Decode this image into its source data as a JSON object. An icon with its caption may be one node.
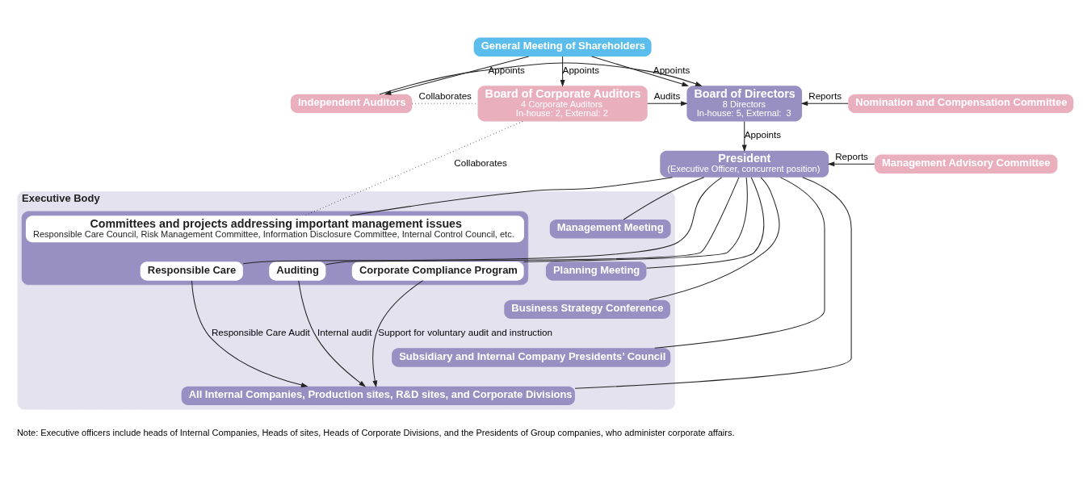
{
  "diagram": {
    "nodes": [
      {
        "text": [
          "General Meeting of Shareholders"
        ]
      },
      {
        "text": [
          "Independent Auditors"
        ]
      },
      {
        "text": [
          "Board of Corporate Auditors",
          "4 Corporate Auditors",
          "In-house: 2, External: 2"
        ]
      },
      {
        "text": [
          "Board of Directors",
          "8 Directors",
          "In-house: 5, External:  3"
        ]
      },
      {
        "text": [
          "Nomination and Compensation Committee"
        ]
      },
      {
        "text": [
          "President",
          "(Executive Officer, concurrent position)"
        ]
      },
      {
        "text": [
          "Management Advisory Committee"
        ]
      },
      {
        "text": [
          "Executive Body"
        ]
      },
      {
        "text": [],
        "shape": "box",
        "in": 7
      },
      {
        "text": [
          "Committees and projects addressing important management issues",
          "Responsible Care Council, Risk Management Committee, Information Disclosure Committee, Internal Control Council, etc."
        ],
        "in": 8
      },
      {
        "text": [
          "Corporate Compliance Program"
        ],
        "in": 8
      },
      {
        "text": [
          "Auditing"
        ],
        "in": 8
      },
      {
        "text": [
          "Responsible Care"
        ],
        "in": 8
      },
      {
        "text": [
          "Management Meeting"
        ],
        "in": 7
      },
      {
        "text": [
          "Planning Meeting"
        ],
        "in": 7
      },
      {
        "text": [
          "Business Strategy Conference"
        ],
        "in": 7
      },
      {
        "text": [
          "Subsidiary and Internal Company Presidents’ Council"
        ],
        "in": 7
      },
      {
        "text": [
          "All Internal Companies, Production sites, R&D sites, and Corporate Divisions"
        ],
        "in": 7
      }
    ],
    "edges": [
      {
        "from": 0,
        "to": 1,
        "arrow": "to",
        "label": "Appoints"
      },
      {
        "from": 0,
        "to": 2,
        "arrow": "to",
        "label": "Appoints"
      },
      {
        "from": 0,
        "to": 3,
        "arrow": "to",
        "label": "Appoints"
      },
      {
        "from": 1,
        "to": 2,
        "arrow": "none",
        "label": "Collaborates",
        "style": "dashed"
      },
      {
        "from": 2,
        "to": 3,
        "arrow": "to",
        "label": "Audits"
      },
      {
        "from": 1,
        "to": 3,
        "arrow": "to"
      },
      {
        "from": 4,
        "to": 3,
        "arrow": "to",
        "label": "Reports"
      },
      {
        "from": 3,
        "to": 5,
        "arrow": "to",
        "label": "Appoints"
      },
      {
        "from": 6,
        "to": 5,
        "arrow": "to",
        "label": "Reports"
      },
      {
        "from": 2,
        "to": 9,
        "arrow": "none",
        "label": "Collaborates",
        "style": "dashed"
      },
      {
        "from": 5,
        "to": 9,
        "arrow": "none"
      },
      {
        "from": 5,
        "to": 13,
        "arrow": "none"
      },
      {
        "from": 5,
        "to": 14,
        "arrow": "none"
      },
      {
        "from": 5,
        "to": 15,
        "arrow": "none"
      },
      {
        "from": 5,
        "to": 16,
        "arrow": "none"
      },
      {
        "from": 5,
        "to": 10,
        "arrow": "none"
      },
      {
        "from": 5,
        "to": 11,
        "arrow": "none"
      },
      {
        "from": 5,
        "to": 12,
        "arrow": "none"
      },
      {
        "from": 5,
        "to": 17,
        "arrow": "none"
      },
      {
        "from": 10,
        "to": 17,
        "arrow": "to",
        "label": "Support for voluntary audit and instruction"
      },
      {
        "from": 11,
        "to": 17,
        "arrow": "to",
        "label": "Internal audit"
      },
      {
        "from": 12,
        "to": 17,
        "arrow": "to",
        "label": "Responsible Care Audit"
      }
    ],
    "labels": [
      "Note: Executive officers include heads of Internal Companies, Heads of sites, Heads of Corporate Divisions, and the Presidents of Group companies, who administer corporate affairs."
    ]
  }
}
